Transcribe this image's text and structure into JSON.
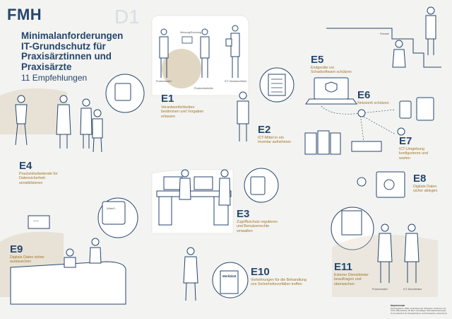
{
  "header": {
    "logo": "FMH",
    "code": "D1",
    "title": "Minimalanforderungen IT-Grundschutz für Praxisärztinnen und Praxisärzte",
    "subtitle": "11 Empfehlungen"
  },
  "recommendations": [
    {
      "code": "E1",
      "text": "Verantwortlichkeiten bestimmen und Vorgaben erlassen"
    },
    {
      "code": "E2",
      "text": "ICT-Mittel in ein Inventar aufnehmen"
    },
    {
      "code": "E3",
      "text": "Zugriffsschutz regulieren und Benutzerrechte verwalten"
    },
    {
      "code": "E4",
      "text": "Praxismitarbeitende für Datensicherheit sensibilisieren"
    },
    {
      "code": "E5",
      "text": "Endgeräte vor Schadsoftware schützen"
    },
    {
      "code": "E6",
      "text": "Netzwerk schützen"
    },
    {
      "code": "E7",
      "text": "ICT-Umgebung konfigurieren und warten"
    },
    {
      "code": "E8",
      "text": "Digitale Daten sicher ablegen"
    },
    {
      "code": "E9",
      "text": "Digitale Daten sicher austauschen"
    },
    {
      "code": "E10",
      "text": "Vorkehrungen für die Behandlung von Sicherheitsvorfällen treffen"
    },
    {
      "code": "E11",
      "text": "Externe Dienstleister beauftragen und überwachen"
    }
  ],
  "labels": {
    "weisung": "Weisung/Schulung",
    "praxisinhaber_e1": "Praxisinhaber",
    "praxisarbeiter": "Praxismitarbeiter",
    "ict_verantwortlich": "ICT-Verantwortliche",
    "firewall": "Firewall",
    "merkblatt": "Merkblatt",
    "praxisinhaber_e11": "Praxisinhaber",
    "ict_dienstleister": "ICT-Dienstleister",
    "wlan_text": "Wlan3...",
    "password_text": "*****"
  },
  "footnote": {
    "title": "Impressum",
    "text": "Herausgeberin: FMH; Verbindung der Schweizer Ärztinnen und Ärzte; Elfenstrasse 18; Bern; Grundlage: Minimalanforderungen IT-Grundschutz für Praxisärztinnen und Praxisärzte; www.fmh.ch"
  },
  "colors": {
    "navy": "#24466d",
    "gold": "#a0772a",
    "tan": "#bfa985",
    "background": "#f3f3f1"
  }
}
